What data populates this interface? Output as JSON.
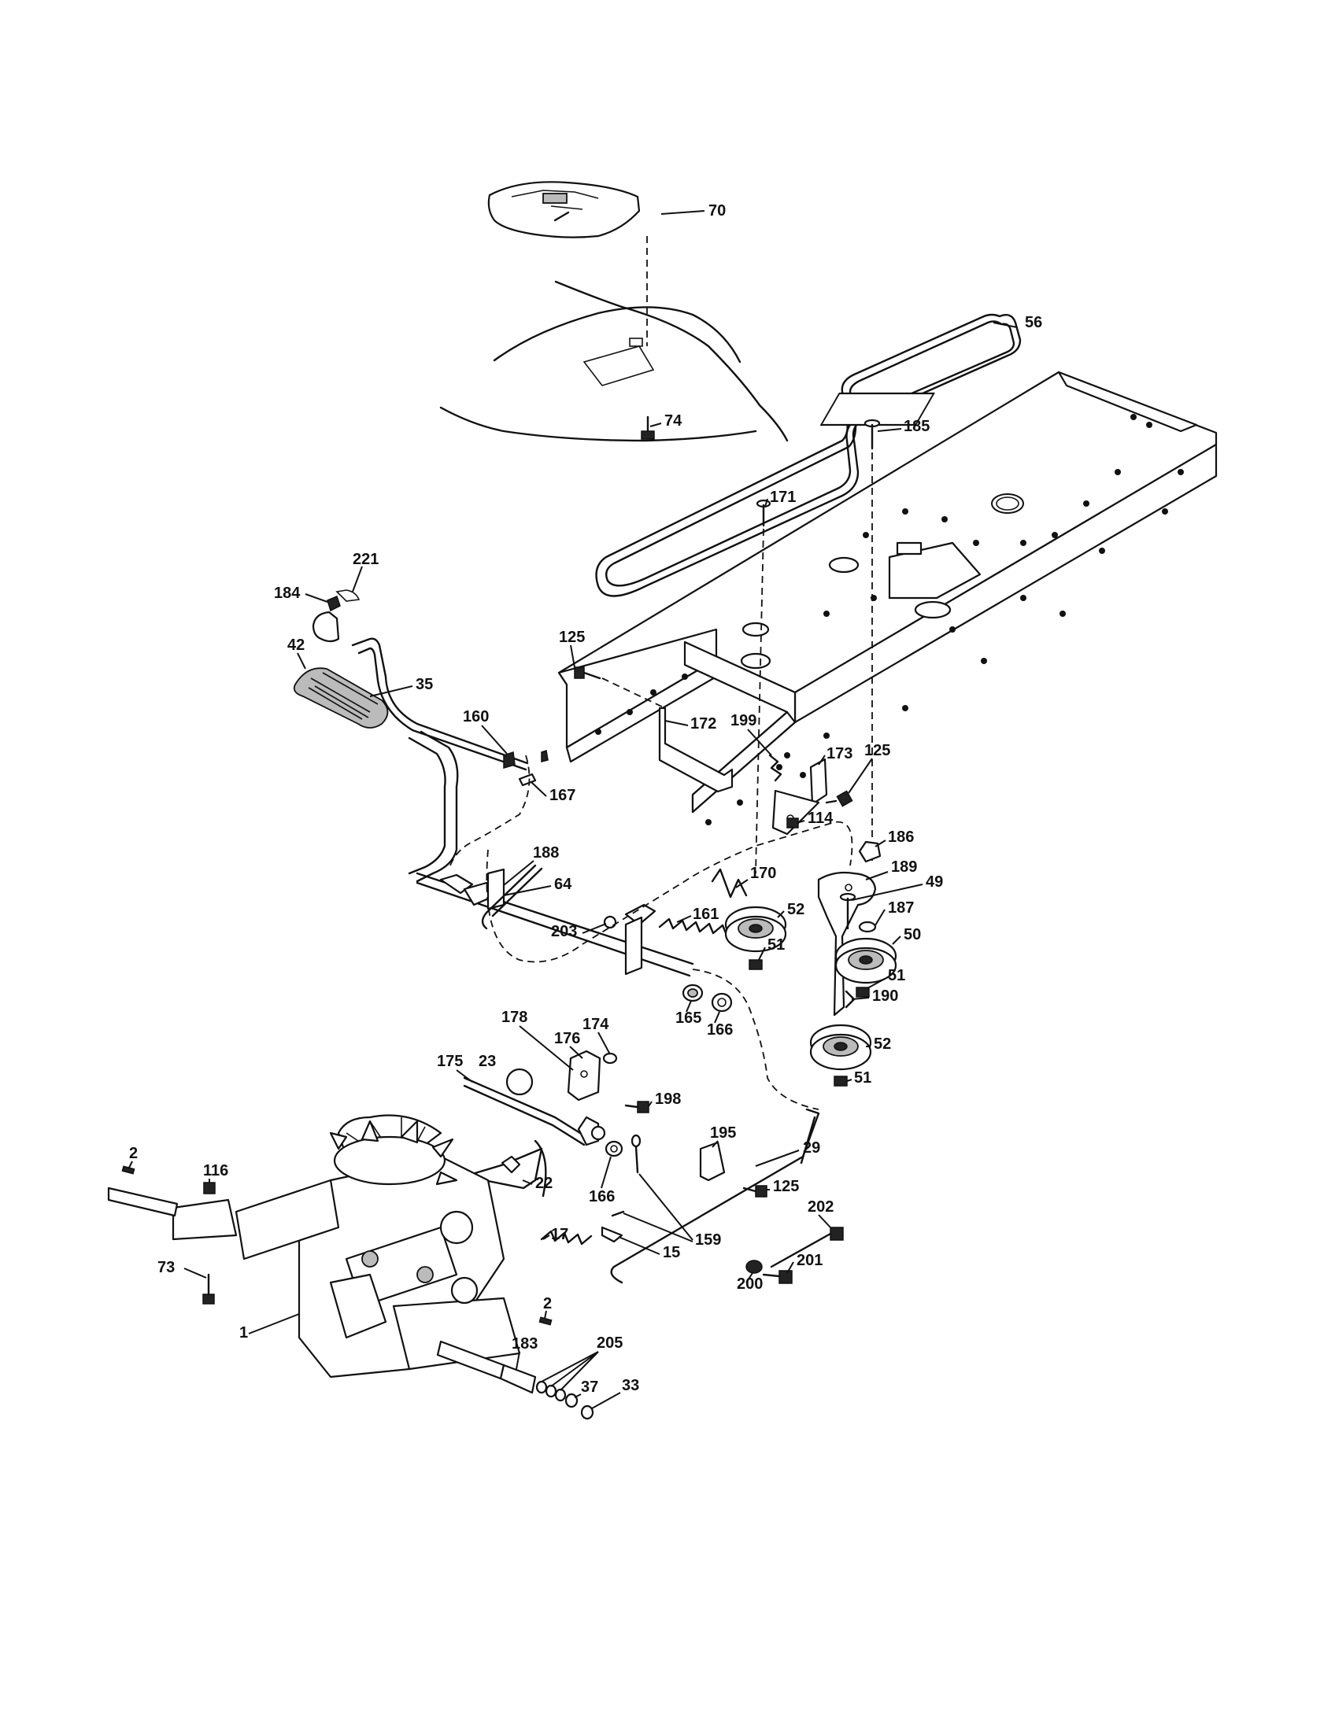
{
  "callouts": [
    {
      "id": "70"
    },
    {
      "id": "56"
    },
    {
      "id": "74"
    },
    {
      "id": "185"
    },
    {
      "id": "171"
    },
    {
      "id": "221"
    },
    {
      "id": "184"
    },
    {
      "id": "125"
    },
    {
      "id": "42"
    },
    {
      "id": "35"
    },
    {
      "id": "172"
    },
    {
      "id": "199"
    },
    {
      "id": "173"
    },
    {
      "id": "125"
    },
    {
      "id": "160"
    },
    {
      "id": "167"
    },
    {
      "id": "114"
    },
    {
      "id": "186"
    },
    {
      "id": "188"
    },
    {
      "id": "64"
    },
    {
      "id": "170"
    },
    {
      "id": "189"
    },
    {
      "id": "49"
    },
    {
      "id": "161"
    },
    {
      "id": "52"
    },
    {
      "id": "187"
    },
    {
      "id": "203"
    },
    {
      "id": "51"
    },
    {
      "id": "50"
    },
    {
      "id": "51"
    },
    {
      "id": "165"
    },
    {
      "id": "166"
    },
    {
      "id": "190"
    },
    {
      "id": "178"
    },
    {
      "id": "174"
    },
    {
      "id": "176"
    },
    {
      "id": "52"
    },
    {
      "id": "51"
    },
    {
      "id": "175"
    },
    {
      "id": "23"
    },
    {
      "id": "198"
    },
    {
      "id": "195"
    },
    {
      "id": "29"
    },
    {
      "id": "2"
    },
    {
      "id": "116"
    },
    {
      "id": "22"
    },
    {
      "id": "166"
    },
    {
      "id": "125"
    },
    {
      "id": "202"
    },
    {
      "id": "17"
    },
    {
      "id": "159"
    },
    {
      "id": "15"
    },
    {
      "id": "201"
    },
    {
      "id": "73"
    },
    {
      "id": "200"
    },
    {
      "id": "2"
    },
    {
      "id": "1"
    },
    {
      "id": "183"
    },
    {
      "id": "205"
    },
    {
      "id": "37"
    },
    {
      "id": "33"
    }
  ]
}
